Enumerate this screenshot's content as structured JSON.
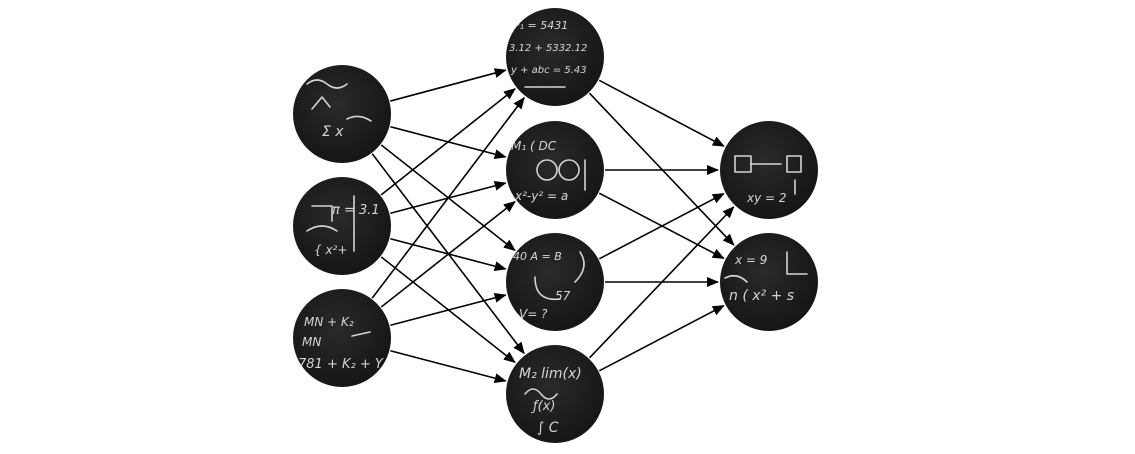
{
  "diagram": {
    "layers": [
      {
        "role": "input",
        "nodes": [
          {
            "id": "i1",
            "texture": "chalkboard-equations"
          },
          {
            "id": "i2",
            "texture": "chalkboard-equations"
          },
          {
            "id": "i3",
            "texture": "chalkboard-equations"
          }
        ]
      },
      {
        "role": "hidden",
        "nodes": [
          {
            "id": "h1",
            "texture": "chalkboard-equations"
          },
          {
            "id": "h2",
            "texture": "chalkboard-equations"
          },
          {
            "id": "h3",
            "texture": "chalkboard-equations"
          },
          {
            "id": "h4",
            "texture": "chalkboard-equations"
          }
        ]
      },
      {
        "role": "output",
        "nodes": [
          {
            "id": "o1",
            "texture": "chalkboard-equations"
          },
          {
            "id": "o2",
            "texture": "chalkboard-equations"
          }
        ]
      }
    ],
    "connectivity": "fully-connected",
    "edge_style": "black arrow",
    "colors": {
      "node_fill": "#1d1d1d",
      "edge": "#000000",
      "chalk": "#e8e8e8",
      "background": "#ffffff"
    }
  }
}
